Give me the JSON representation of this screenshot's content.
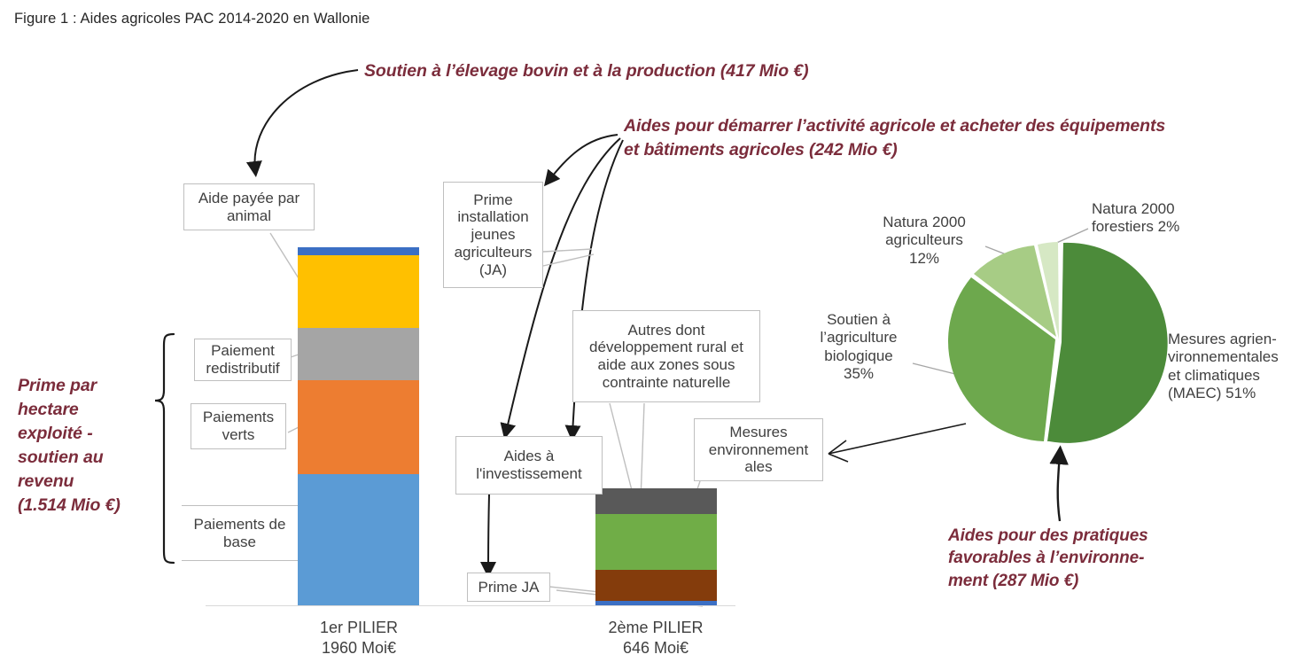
{
  "title": "Figure 1 : Aides agricoles PAC 2014-2020 en Wallonie",
  "annotations": {
    "elevage": "Soutien à l’élevage bovin et à la production (417 Mio €)",
    "demarrer_l1": "Aides pour démarrer l’activité agricole et acheter des équipements",
    "demarrer_l2": "et bâtiments agricoles (242 Mio €)",
    "prime_hectare": "Prime par\nhectare\nexploité -\nsoutien au\nrevenu\n(1.514 Mio €)",
    "environnement": "Aides pour des pratiques\nfavorables à l’environne-\nment (287 Mio €)"
  },
  "callouts": {
    "aide_animal": "Aide payée par\nanimal",
    "paiement_redistributif": "Paiement\nredistributif",
    "paiements_verts": "Paiements\nverts",
    "paiements_base": "Paiements de\nbase",
    "prime_ja": "Prime\ninstallation\njeunes\nagriculteurs\n(JA)",
    "aides_investissement": "Aides à\nl'investissement",
    "autres": "Autres dont\ndéveloppement rural et\naide aux zones sous\ncontrainte naturelle",
    "mesures_env": "Mesures\nenvironnement\nales",
    "prime_ja_bottom": "Prime JA"
  },
  "chart_data": [
    {
      "type": "bar",
      "title": "Aides agricoles PAC 2014-2020 en Wallonie",
      "stacked": true,
      "xlabel": "",
      "ylabel": "",
      "ylim": [
        0,
        1960
      ],
      "grid": false,
      "legend": "none",
      "categories": [
        "1er PILIER\n1960 Moi€",
        "2ème PILIER\n646 Moi€"
      ],
      "category_labels": [
        {
          "name": "1er PILIER",
          "value": "1960 Moi€",
          "total": 1960
        },
        {
          "name": "2ème PILIER",
          "value": "646 Moi€",
          "total": 646
        }
      ],
      "series": [
        {
          "name": "Paiements de base",
          "pillar": "1er PILIER",
          "value": 800,
          "color": "#5B9BD5"
        },
        {
          "name": "Paiements verts",
          "pillar": "1er PILIER",
          "value": 485,
          "color": "#ED7D31"
        },
        {
          "name": "Paiement redistributif",
          "pillar": "1er PILIER",
          "value": 229,
          "color": "#A5A5A5"
        },
        {
          "name": "Aide payée par animal",
          "pillar": "1er PILIER",
          "value": 417,
          "color": "#FFC000"
        },
        {
          "name": "Prime installation jeunes agriculteurs (JA)",
          "pillar": "1er PILIER",
          "value": 29,
          "color": "#3B6FC4"
        },
        {
          "name": "Prime JA",
          "pillar": "2ème PILIER",
          "value": 24,
          "color": "#3B6FC4"
        },
        {
          "name": "Aides à l'investissement",
          "pillar": "2ème PILIER",
          "value": 165,
          "color": "#843C0C"
        },
        {
          "name": "Mesures environnementales",
          "pillar": "2ème PILIER",
          "value": 287,
          "color": "#70AD47"
        },
        {
          "name": "Autres dont développement rural et aide aux zones sous contrainte naturelle",
          "pillar": "2ème PILIER",
          "value": 135,
          "color": "#595959"
        }
      ]
    },
    {
      "type": "pie",
      "title": "",
      "unit": "%",
      "total_label": "287 Mio €",
      "labels": [
        "Mesures agrien-vironnementales et climatiques (MAEC) 51%",
        "Soutien à l’agriculture biologique 35%",
        "Natura 2000 agriculteurs 12%",
        "Natura 2000 forestiers 2%"
      ],
      "slices": [
        {
          "name": "Mesures agri-environnementales et climatiques (MAEC)",
          "value": 51,
          "color": "#4C8B3A"
        },
        {
          "name": "Soutien à l’agriculture biologique",
          "value": 35,
          "color": "#6DA84D"
        },
        {
          "name": "Natura 2000 agriculteurs",
          "value": 12,
          "color": "#A7CC85"
        },
        {
          "name": "Natura 2000 forestiers",
          "value": 2,
          "color": "#D6E8C4"
        }
      ]
    }
  ],
  "pie_labels": {
    "maec": "Mesures agrien-\nvironnementales\net climatiques\n(MAEC) 51%",
    "bio": "Soutien à\nl’agriculture\nbiologique\n35%",
    "natura_agri": "Natura 2000\nagriculteurs\n12%",
    "natura_forest": "Natura 2000\nforestiers 2%"
  },
  "bar_labels": {
    "pilier1": "1er PILIER\n1960 Moi€",
    "pilier2": "2ème PILIER\n646 Moi€"
  },
  "colors": {
    "blue": "#5B9BD5",
    "orange": "#ED7D31",
    "gray": "#A5A5A5",
    "yellow": "#FFC000",
    "dark_blue": "#3B6FC4",
    "brown": "#843C0C",
    "green": "#70AD47",
    "dark_gray": "#595959",
    "pie_dark_green": "#4C8B3A",
    "pie_mid_green": "#6DA84D",
    "pie_light_green": "#A7CC85",
    "pie_pale_green": "#D6E8C4",
    "annotation_maroon": "#7B2C3B"
  }
}
